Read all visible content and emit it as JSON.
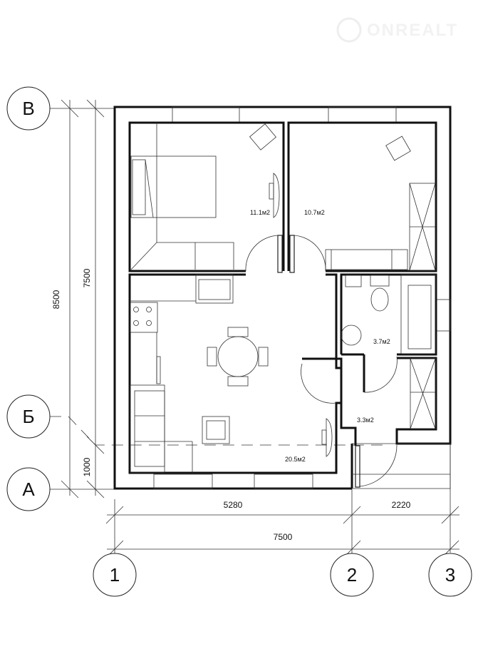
{
  "watermark": {
    "brand": "ONREALT"
  },
  "axes": {
    "rows": [
      {
        "label": "В"
      },
      {
        "label": "Б"
      },
      {
        "label": "А"
      }
    ],
    "columns": [
      {
        "label": "1"
      },
      {
        "label": "2"
      },
      {
        "label": "3"
      }
    ]
  },
  "dimensions": {
    "vertical_total": "8500",
    "vertical_main": "7500",
    "vertical_small": "1000",
    "horizontal_left": "5280",
    "horizontal_right": "2220",
    "horizontal_total": "7500"
  },
  "rooms": [
    {
      "name": "bedroom-1",
      "area": "11.1м2"
    },
    {
      "name": "bedroom-2",
      "area": "10.7м2"
    },
    {
      "name": "bathroom",
      "area": "3.7м2"
    },
    {
      "name": "hallway",
      "area": "3.3м2"
    },
    {
      "name": "kitchen-living",
      "area": "20.5м2"
    }
  ]
}
